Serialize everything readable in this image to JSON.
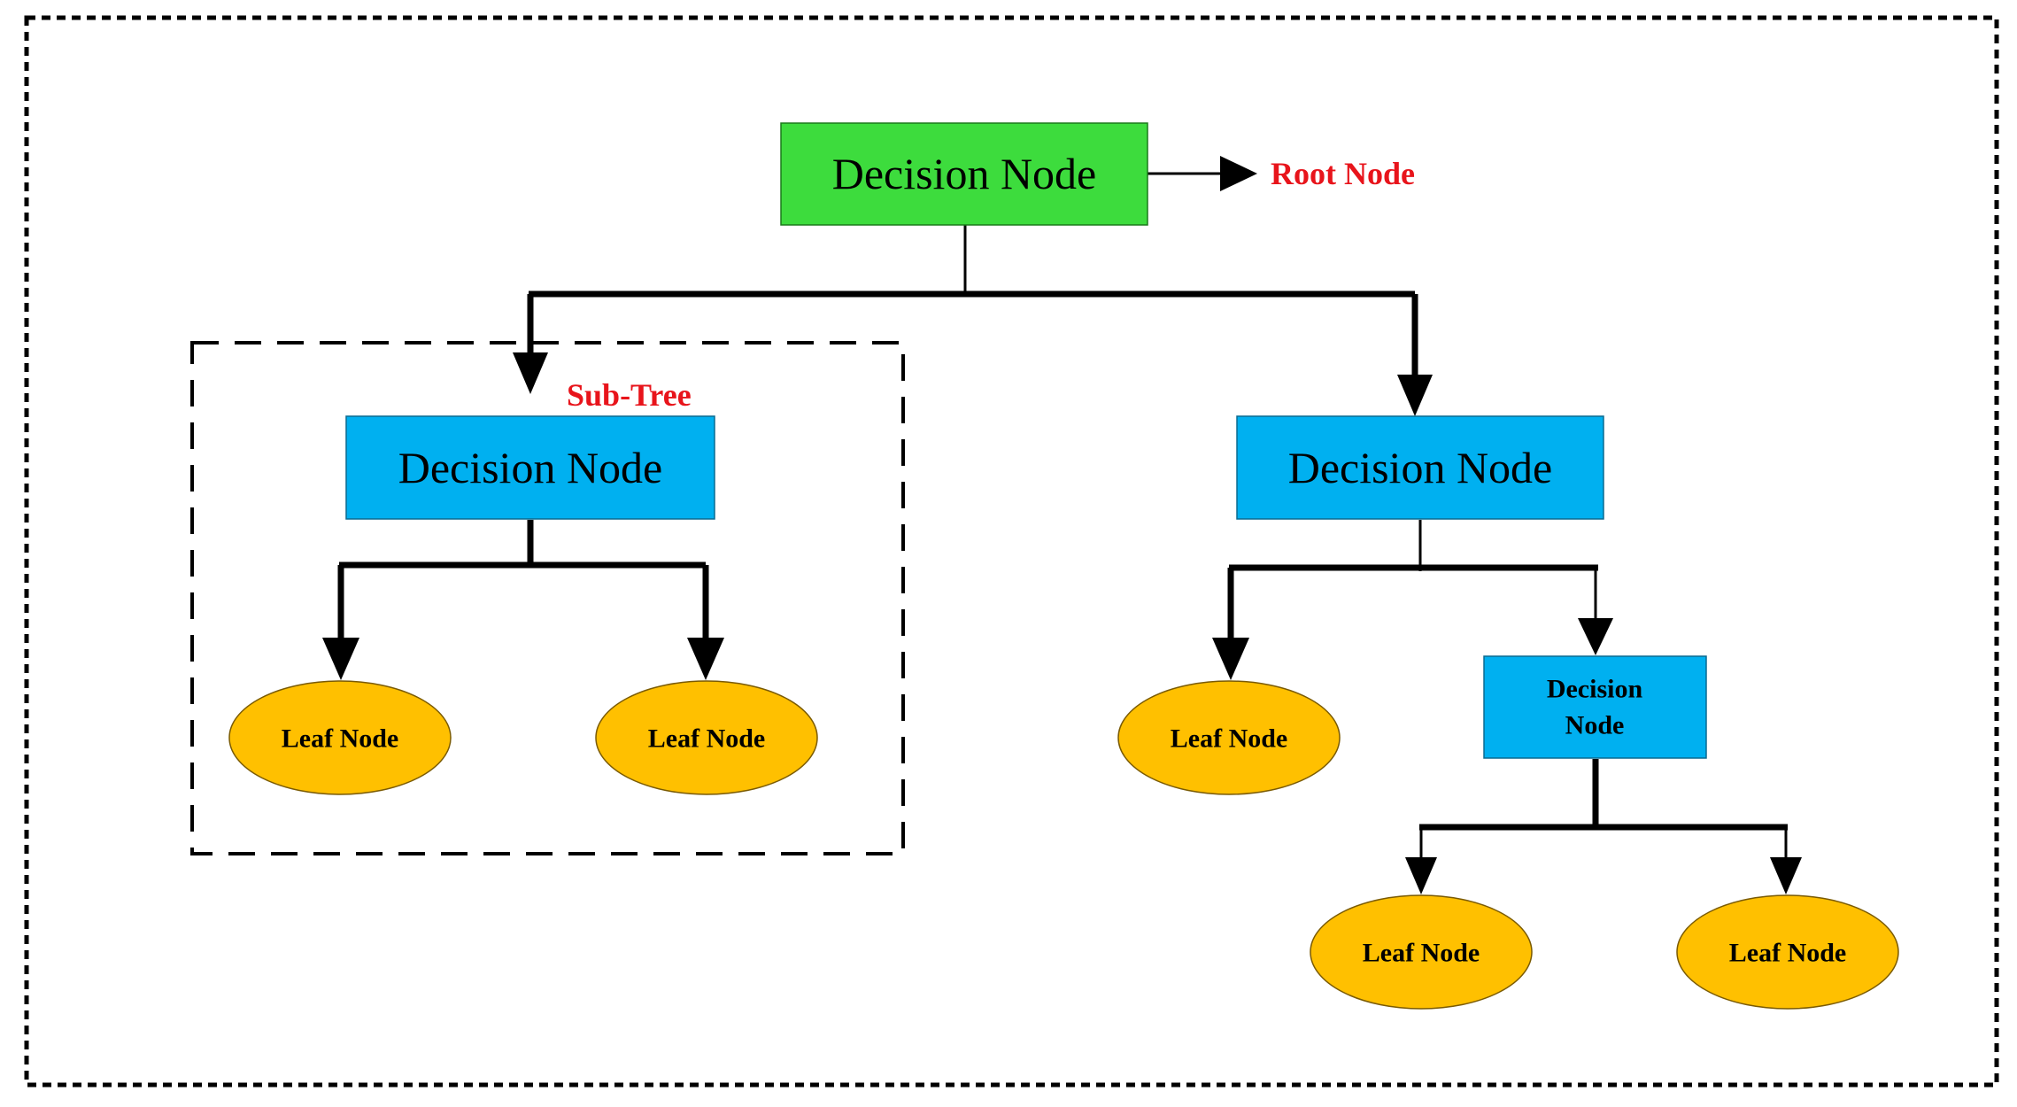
{
  "colors": {
    "root_fill": "#3ddc3d",
    "decision_fill": "#00b0f0",
    "leaf_fill": "#ffc000",
    "label_red": "#e8141b",
    "line": "#000000"
  },
  "root": {
    "label": "Decision Node",
    "annotation": "Root Node"
  },
  "subtree": {
    "label": "Sub-Tree",
    "decision": "Decision Node",
    "leaves": [
      "Leaf Node",
      "Leaf Node"
    ]
  },
  "right_branch": {
    "decision": "Decision Node",
    "leaf": "Leaf Node",
    "child_decision_line1": "Decision",
    "child_decision_line2": "Node",
    "child_leaves": [
      "Leaf Node",
      "Leaf Node"
    ]
  }
}
